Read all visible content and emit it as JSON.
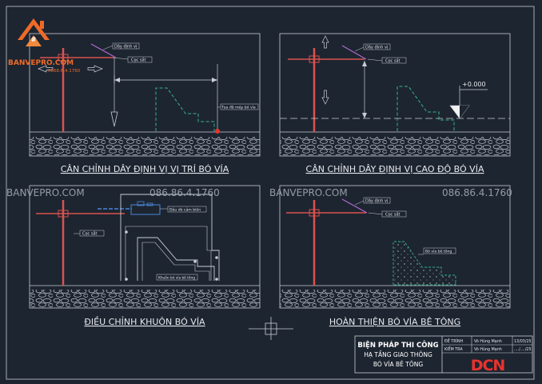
{
  "logo": {
    "brand": "BANVEPRO.COM",
    "phone": "0868.6.4.1760",
    "roof_mark": "#"
  },
  "watermark": {
    "site": "BANVEPRO.COM",
    "site_left": "BANVEPRO.COM",
    "phone": "086.86.4.1760"
  },
  "panels": {
    "p1": {
      "caption": "CÂN CHỈNH DÂY ĐỊNH VỊ VỊ TRÍ BÓ VÍA",
      "label_line": "Dây định vị",
      "label_pile": "Cọc sắt",
      "label_top": "Tọa độ mép bó vỉa"
    },
    "p2": {
      "caption": "CÂN CHỈNH DÂY ĐỊNH VỊ CAO ĐỘ BÓ VÍA",
      "label_line": "Dây định vị",
      "label_pile": "Cọc sắt",
      "elevation": "+0.000"
    },
    "p3": {
      "caption": "ĐIỀU CHỈNH KHUÔN BÓ VÍA",
      "label_pile": "Cọc sắt",
      "label_sensor": "Đầu dò cảm biến",
      "label_mold": "Khuôn bó vỉa bê tông"
    },
    "p4": {
      "caption": "HOÀN THIỆN BÓ VÍA BÊ TÔNG",
      "label_line": "Dây định vị",
      "label_pile": "Cọc sắt",
      "label_curb": "Bó vỉa bê tông"
    }
  },
  "title_block": {
    "title1": "BIỆN PHÁP THI CÔNG",
    "title2": "HẠ TẦNG GIAO THÔNG",
    "title3": "BÓ VÍA BÊ TÔNG",
    "row1_role": "ĐỀ TRÌNH",
    "row1_name": "Võ Hùng Mạnh",
    "row1_date": "13/03/25",
    "row2_role": "KIỂM TRA",
    "row2_name": "Võ Hùng Mạnh",
    "row2_date": "..../..../25",
    "company_logo": "DCN"
  },
  "colors": {
    "background": "#1d2530",
    "frame": "#c9ced6",
    "pile": "#d9534f",
    "string_line": "#b06ad0",
    "dashed_green": "#35b58a",
    "watermark": "#a9b2bd",
    "logo_orange": "#ef6a28",
    "dcn_red": "#e8332f"
  },
  "icons": {
    "logo_house": "house-icon",
    "left_arrow": "arrow-left-icon",
    "right_arrow": "arrow-right-icon",
    "up_arrow": "arrow-up-icon",
    "down_arrow": "arrow-down-icon",
    "plumb_bob": "plumb-bob-icon",
    "center_mark": "crosshair-icon"
  }
}
